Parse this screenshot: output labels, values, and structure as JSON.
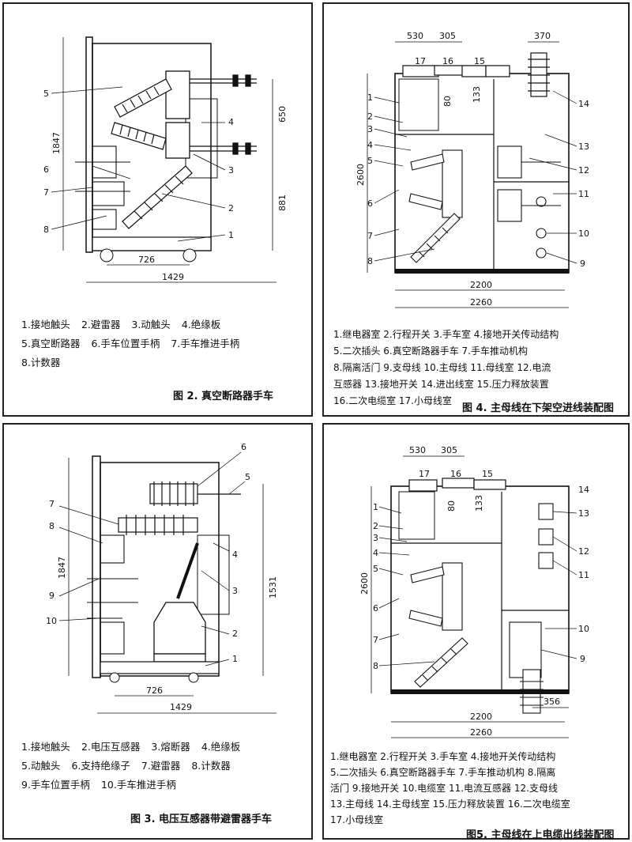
{
  "fig2": {
    "caption": "图 2. 真空断路器手车",
    "dims": {
      "h_total": "1847",
      "h_upper": "650",
      "h_lower": "881",
      "w_inner": "726",
      "w_outer": "1429"
    },
    "callouts": [
      "1",
      "2",
      "3",
      "4",
      "5",
      "6",
      "7",
      "8"
    ],
    "legend": [
      [
        "1.接地触头",
        "2.避雷器",
        "3.动触头",
        "4.绝缘板"
      ],
      [
        "5.真空断路器",
        "6.手车位置手柄",
        "7.手车推进手柄"
      ],
      [
        "8.计数器"
      ]
    ]
  },
  "fig4": {
    "caption": "图 4. 主母线在下架空进线装配图",
    "dims": {
      "w1": "530",
      "w2": "305",
      "w3": "370",
      "h_total": "2600",
      "h_a": "80",
      "h_b": "133",
      "w_inner": "2200",
      "w_outer": "2260"
    },
    "callouts": [
      "1",
      "2",
      "3",
      "4",
      "5",
      "6",
      "7",
      "8",
      "9",
      "10",
      "11",
      "12",
      "13",
      "14",
      "15",
      "16",
      "17"
    ],
    "legend": [
      "1.继电器室  2.行程开关  3.手车室  4.接地开关传动结构",
      "5.二次插头  6.真空断路器手车  7.手车推动机构",
      "8.隔离活门  9.支母线  10.主母线  11.母线室  12.电流",
      "互感器  13.接地开关  14.进出线室  15.压力释放装置",
      "16.二次电缆室  17.小母线室"
    ]
  },
  "fig3": {
    "caption": "图 3. 电压互感器带避雷器手车",
    "dims": {
      "h_total": "1847",
      "h_right": "1531",
      "w_inner": "726",
      "w_outer": "1429"
    },
    "callouts": [
      "1",
      "2",
      "3",
      "4",
      "5",
      "6",
      "7",
      "8",
      "9",
      "10"
    ],
    "legend": [
      [
        "1.接地触头",
        "2.电压互感器",
        "3.熔断器",
        "4.绝缘板"
      ],
      [
        "5.动触头",
        "6.支持绝缘子",
        "7.避雷器",
        "8.计数器"
      ],
      [
        "9.手车位置手柄",
        "10.手车推进手柄"
      ]
    ]
  },
  "fig5": {
    "caption": "图5. 主母线在上电缆出线装配图",
    "dims": {
      "w1": "530",
      "w2": "305",
      "h_total": "2600",
      "h_a": "80",
      "h_b": "133",
      "w_cable": "356",
      "w_inner": "2200",
      "w_outer": "2260"
    },
    "callouts": [
      "1",
      "2",
      "3",
      "4",
      "5",
      "6",
      "7",
      "8",
      "9",
      "10",
      "11",
      "12",
      "13",
      "14",
      "15",
      "16",
      "17"
    ],
    "legend": [
      "1.继电器室  2.行程开关  3.手车室  4.接地开关传动结构",
      "5.二次插头  6.真空断路器手车  7.手车推动机构  8.隔离",
      "活门  9.接地开关  10.电缆室  11.电流互感器  12.支母线",
      "13.主母线  14.主母线室  15.压力释放装置  16.二次电缆室",
      "17.小母线室"
    ]
  }
}
